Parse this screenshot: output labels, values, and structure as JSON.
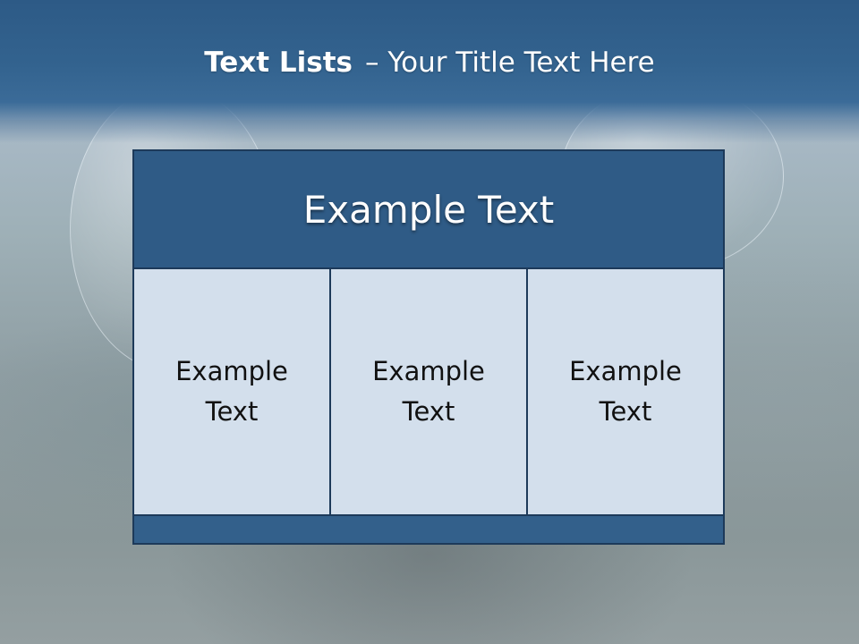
{
  "slide": {
    "title_bold": "Text Lists",
    "title_rest": "– Your Title Text Here"
  },
  "table": {
    "header": "Example Text",
    "cells": [
      {
        "label": "Example Text"
      },
      {
        "label": "Example Text"
      },
      {
        "label": "Example Text"
      }
    ]
  },
  "colors": {
    "title_band": "#2d5a86",
    "header_fill": "#2f5b86",
    "cell_fill": "#d3dfec",
    "border": "#1d3a5a"
  }
}
